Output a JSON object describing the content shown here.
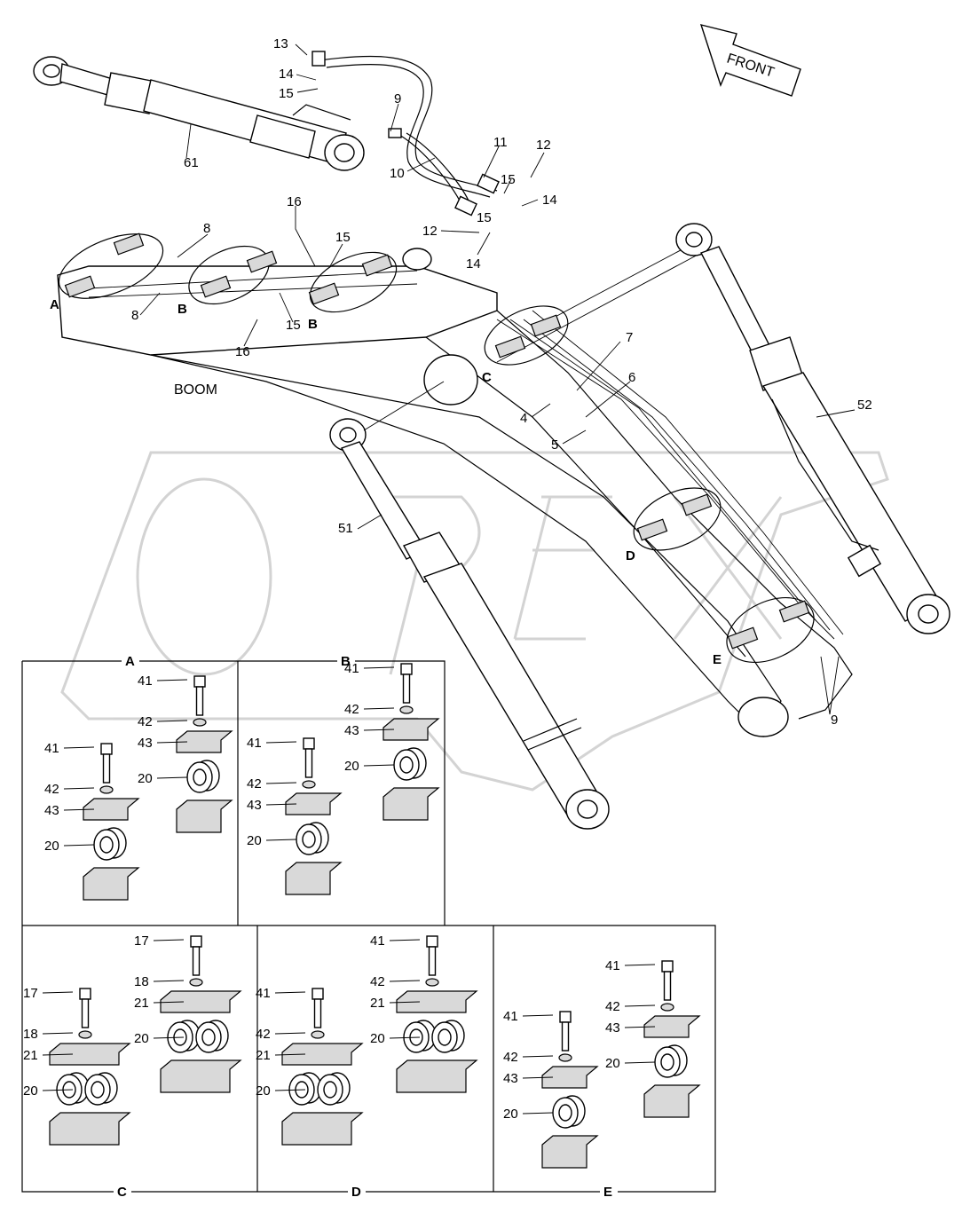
{
  "labels": {
    "front": "FRONT",
    "boom": "BOOM",
    "watermark": "OPEX",
    "cyl_61": "61",
    "cyl_51": "51",
    "cyl_52": "52",
    "l13": "13",
    "l14a": "14",
    "l15a": "15",
    "l9a": "9",
    "l10": "10",
    "l11": "11",
    "l12a": "12",
    "l15b": "15",
    "l14b": "14",
    "l12b": "12",
    "l14c": "14",
    "l15c": "15",
    "l16a": "16",
    "l8a": "8",
    "l8b": "8",
    "l15d": "15",
    "l16b": "16",
    "l7": "7",
    "l6": "6",
    "l4": "4",
    "l5": "5",
    "l9b": "9",
    "callA": "A",
    "callB1": "B",
    "callB2": "B",
    "callC": "C",
    "callD": "D",
    "callE": "E"
  },
  "details": {
    "A": {
      "title": "A",
      "left": {
        "bolt": "41",
        "washer": "42",
        "plate": "43",
        "bushing": "20"
      },
      "right": {
        "bolt": "41",
        "washer": "42",
        "plate": "43",
        "bushing": "20"
      }
    },
    "B": {
      "title": "B",
      "left": {
        "bolt": "41",
        "washer": "42",
        "plate": "43",
        "bushing": "20"
      },
      "right": {
        "bolt": "41",
        "washer": "42",
        "plate": "43",
        "bushing": "20"
      }
    },
    "C": {
      "title": "C",
      "left": {
        "bolt": "17",
        "washer": "18",
        "plate": "21",
        "bushing": "20"
      },
      "right": {
        "bolt": "17",
        "washer": "18",
        "plate": "21",
        "bushing": "20"
      }
    },
    "D": {
      "title": "D",
      "left": {
        "bolt": "41",
        "washer": "42",
        "plate": "21",
        "bushing": "20"
      },
      "right": {
        "bolt": "41",
        "washer": "42",
        "plate": "21",
        "bushing": "20"
      }
    },
    "E": {
      "title": "E",
      "left": {
        "bolt": "41",
        "washer": "42",
        "plate": "43",
        "bushing": "20"
      },
      "right": {
        "bolt": "41",
        "washer": "42",
        "plate": "43",
        "bushing": "20"
      }
    }
  }
}
